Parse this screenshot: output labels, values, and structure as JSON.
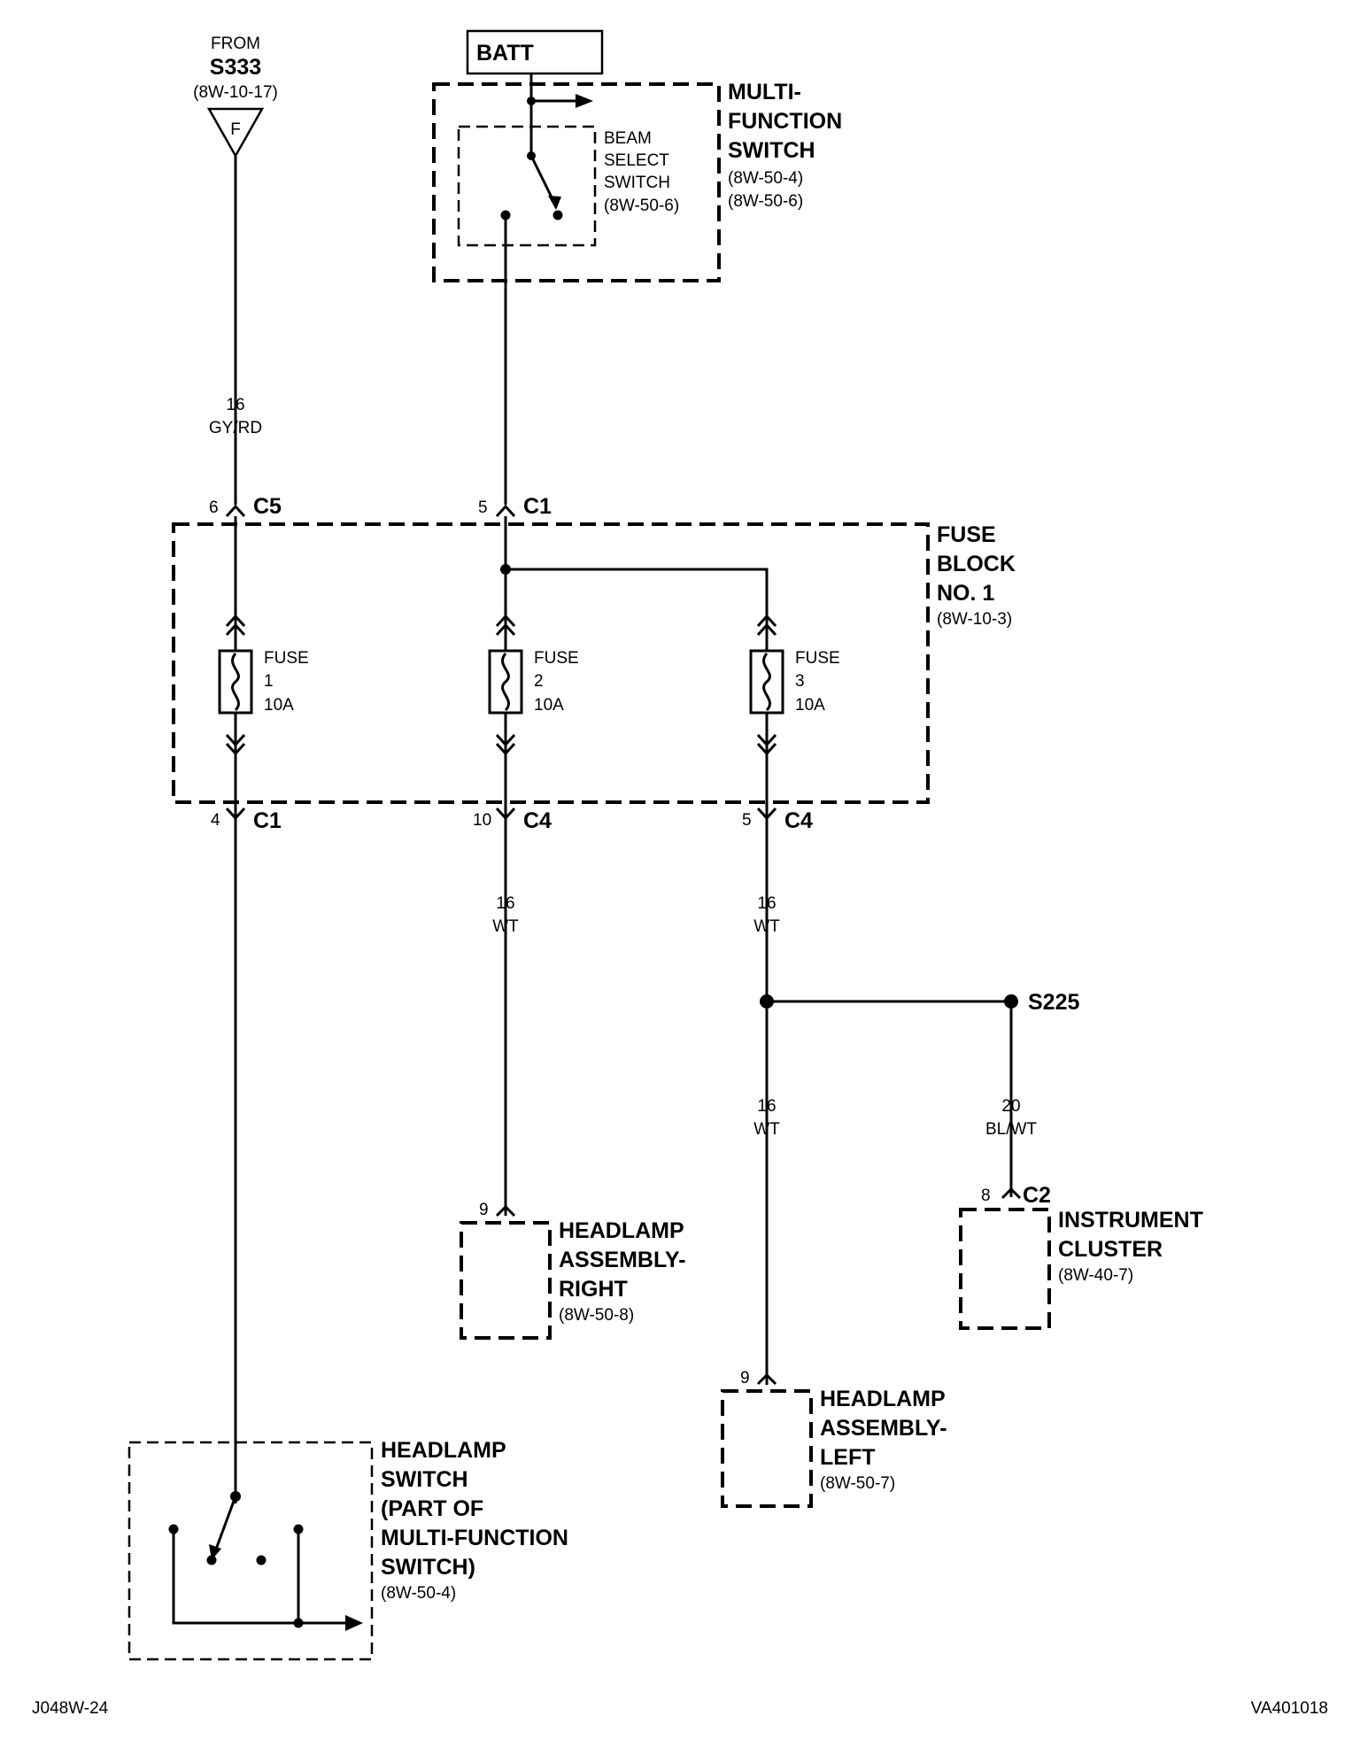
{
  "source": {
    "from_label": "FROM",
    "splice": "S333",
    "ref": "(8W-10-17)",
    "marker": "F"
  },
  "batt": "BATT",
  "mfs": {
    "title_lines": [
      "MULTI-",
      "FUNCTION",
      "SWITCH"
    ],
    "refs": [
      "(8W-50-4)",
      "(8W-50-6)"
    ],
    "beam_select": [
      "BEAM",
      "SELECT",
      "SWITCH",
      "(8W-50-6)"
    ]
  },
  "wire_gyrd": {
    "gauge": "16",
    "color": "GY/RD"
  },
  "top_connectors": [
    {
      "pin": "6",
      "name": "C5"
    },
    {
      "pin": "5",
      "name": "C1"
    }
  ],
  "fuse_block": {
    "title_lines": [
      "FUSE",
      "BLOCK",
      "NO. 1"
    ],
    "ref": "(8W-10-3)"
  },
  "fuses": [
    {
      "label": "FUSE",
      "num": "1",
      "rating": "10A"
    },
    {
      "label": "FUSE",
      "num": "2",
      "rating": "10A"
    },
    {
      "label": "FUSE",
      "num": "3",
      "rating": "10A"
    }
  ],
  "bottom_connectors": [
    {
      "pin": "4",
      "name": "C1"
    },
    {
      "pin": "10",
      "name": "C4"
    },
    {
      "pin": "5",
      "name": "C4"
    }
  ],
  "wires": {
    "right_feed": {
      "gauge": "16",
      "color": "WT"
    },
    "c4_out": {
      "gauge": "16",
      "color": "WT"
    },
    "left_feed": {
      "gauge": "16",
      "color": "WT"
    },
    "cluster_feed": {
      "gauge": "20",
      "color": "BL/WT"
    }
  },
  "splice_s225": "S225",
  "headlamp_right": {
    "pin": "9",
    "title_lines": [
      "HEADLAMP",
      "ASSEMBLY-",
      "RIGHT"
    ],
    "ref": "(8W-50-8)"
  },
  "headlamp_left": {
    "pin": "9",
    "title_lines": [
      "HEADLAMP",
      "ASSEMBLY-",
      "LEFT"
    ],
    "ref": "(8W-50-7)"
  },
  "cluster": {
    "pin": "8",
    "connector": "C2",
    "title_lines": [
      "INSTRUMENT",
      "CLUSTER"
    ],
    "ref": "(8W-40-7)"
  },
  "headlamp_switch": {
    "title_lines": [
      "HEADLAMP",
      "SWITCH",
      "(PART OF",
      "MULTI-FUNCTION",
      "SWITCH)"
    ],
    "ref": "(8W-50-4)"
  },
  "footer": {
    "left": "J048W-24",
    "right": "VA401018"
  }
}
